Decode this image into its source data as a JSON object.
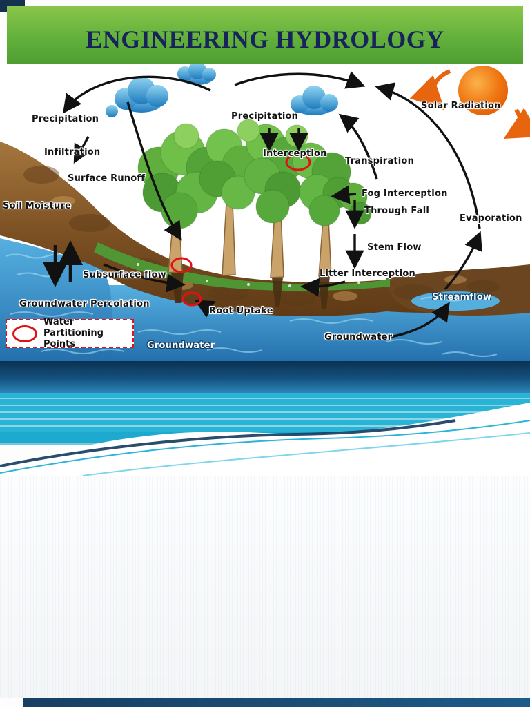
{
  "page": {
    "title": "ENGINEERING HYDROLOGY"
  },
  "diagram": {
    "labels": {
      "precipitation_left": "Precipitation",
      "infiltration": "Infiltration",
      "surface_runoff": "Surface Runoff",
      "soil_moisture": "Soil Moisture",
      "subsurface_flow": "Subsurface flow",
      "groundwater_percolation": "Groundwater Percolation",
      "groundwater_left": "Groundwater",
      "root_uptake": "Root Uptake",
      "precipitation_center": "Precipitation",
      "interception": "Interception",
      "transpiration": "Transpiration",
      "fog_interception": "Fog Interception",
      "through_fall": "Through Fall",
      "stem_flow": "Stem Flow",
      "litter_interception": "Litter Interception",
      "solar_radiation": "Solar Radiation",
      "evaporation": "Evaporation",
      "streamflow": "Streamflow",
      "groundwater_right": "Groundwater"
    },
    "legend": {
      "line1": "Water",
      "line2": "Partitioning Points"
    }
  },
  "colors": {
    "banner_green": "#63b13c",
    "title_navy": "#18235c",
    "band_navy": "#0b3153",
    "wave_teal": "#29b4d6",
    "soil_brown": "#7a4f22",
    "water_blue": "#2470ad",
    "marker_red": "#e01117",
    "sun_orange": "#ef7612"
  }
}
